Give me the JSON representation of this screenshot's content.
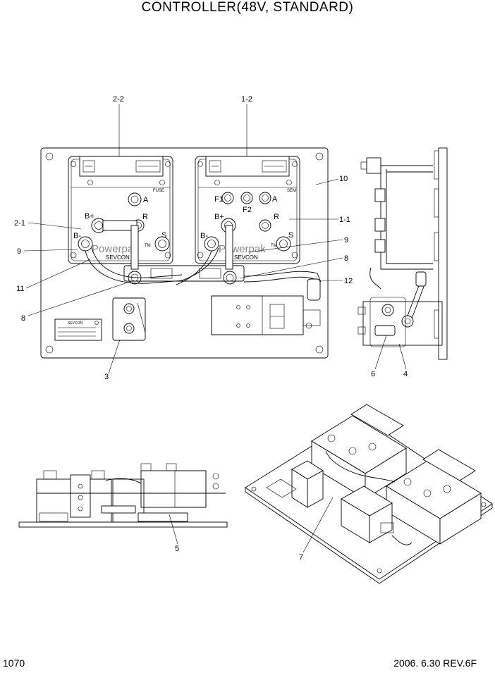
{
  "header": {
    "title": "CONTROLLER(48V, STANDARD)"
  },
  "footer": {
    "page_number": "1070",
    "revision": "2006. 6.30  REV.6F"
  },
  "callouts": {
    "c2_2": "2-2",
    "c1_2": "1-2",
    "c10": "10",
    "c2_1": "2-1",
    "c1_1": "1-1",
    "c9a": "9",
    "c9b": "9",
    "c8a": "8",
    "c8b": "8",
    "c11": "11",
    "c12": "12",
    "c3": "3",
    "c6": "6",
    "c4": "4",
    "c5": "5",
    "c7": "7"
  },
  "controller_markings": {
    "left": {
      "brand": "Powerpak",
      "maker": "SEVCON",
      "b_plus": "B+",
      "b_minus": "B-",
      "r": "R",
      "a": "A",
      "s": "S",
      "tm": "TM",
      "fuse": "FUSE"
    },
    "right": {
      "brand": "Powerpak",
      "maker": "SEVCON",
      "b_plus": "B+",
      "b_minus": "B-",
      "r": "R",
      "a": "A",
      "s": "S",
      "tm": "TM",
      "f1": "F1",
      "f2": "F2",
      "sem": "SEM"
    }
  },
  "nameplate": {
    "maker": "SEVCON"
  }
}
